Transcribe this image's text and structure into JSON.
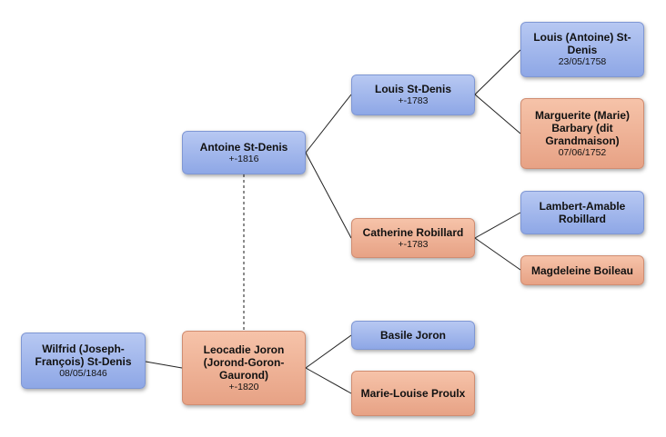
{
  "colors": {
    "male_fill": "#9fb5ec",
    "female_fill": "#eeb196",
    "line": "#222222",
    "marriage_line": "#666666"
  },
  "people": {
    "wilfrid": {
      "name": "Wilfrid (Joseph-François) St-Denis",
      "date": "08/05/1846"
    },
    "antoine": {
      "name": "Antoine St-Denis",
      "date": "+-1816"
    },
    "leocadie": {
      "name": "Leocadie Joron (Jorond-Goron-Gaurond)",
      "date": "+-1820"
    },
    "louis": {
      "name": "Louis St-Denis",
      "date": "+-1783"
    },
    "catherine": {
      "name": "Catherine Robillard",
      "date": "+-1783"
    },
    "basile": {
      "name": "Basile Joron",
      "date": ""
    },
    "marie_louise": {
      "name": "Marie-Louise Proulx",
      "date": ""
    },
    "louis_antoine": {
      "name": "Louis (Antoine) St-Denis",
      "date": "23/05/1758"
    },
    "marguerite": {
      "name": "Marguerite (Marie) Barbary (dit Grandmaison)",
      "date": "07/06/1752"
    },
    "lambert": {
      "name": "Lambert-Amable Robillard",
      "date": ""
    },
    "magdeleine": {
      "name": "Magdeleine Boileau",
      "date": ""
    }
  }
}
